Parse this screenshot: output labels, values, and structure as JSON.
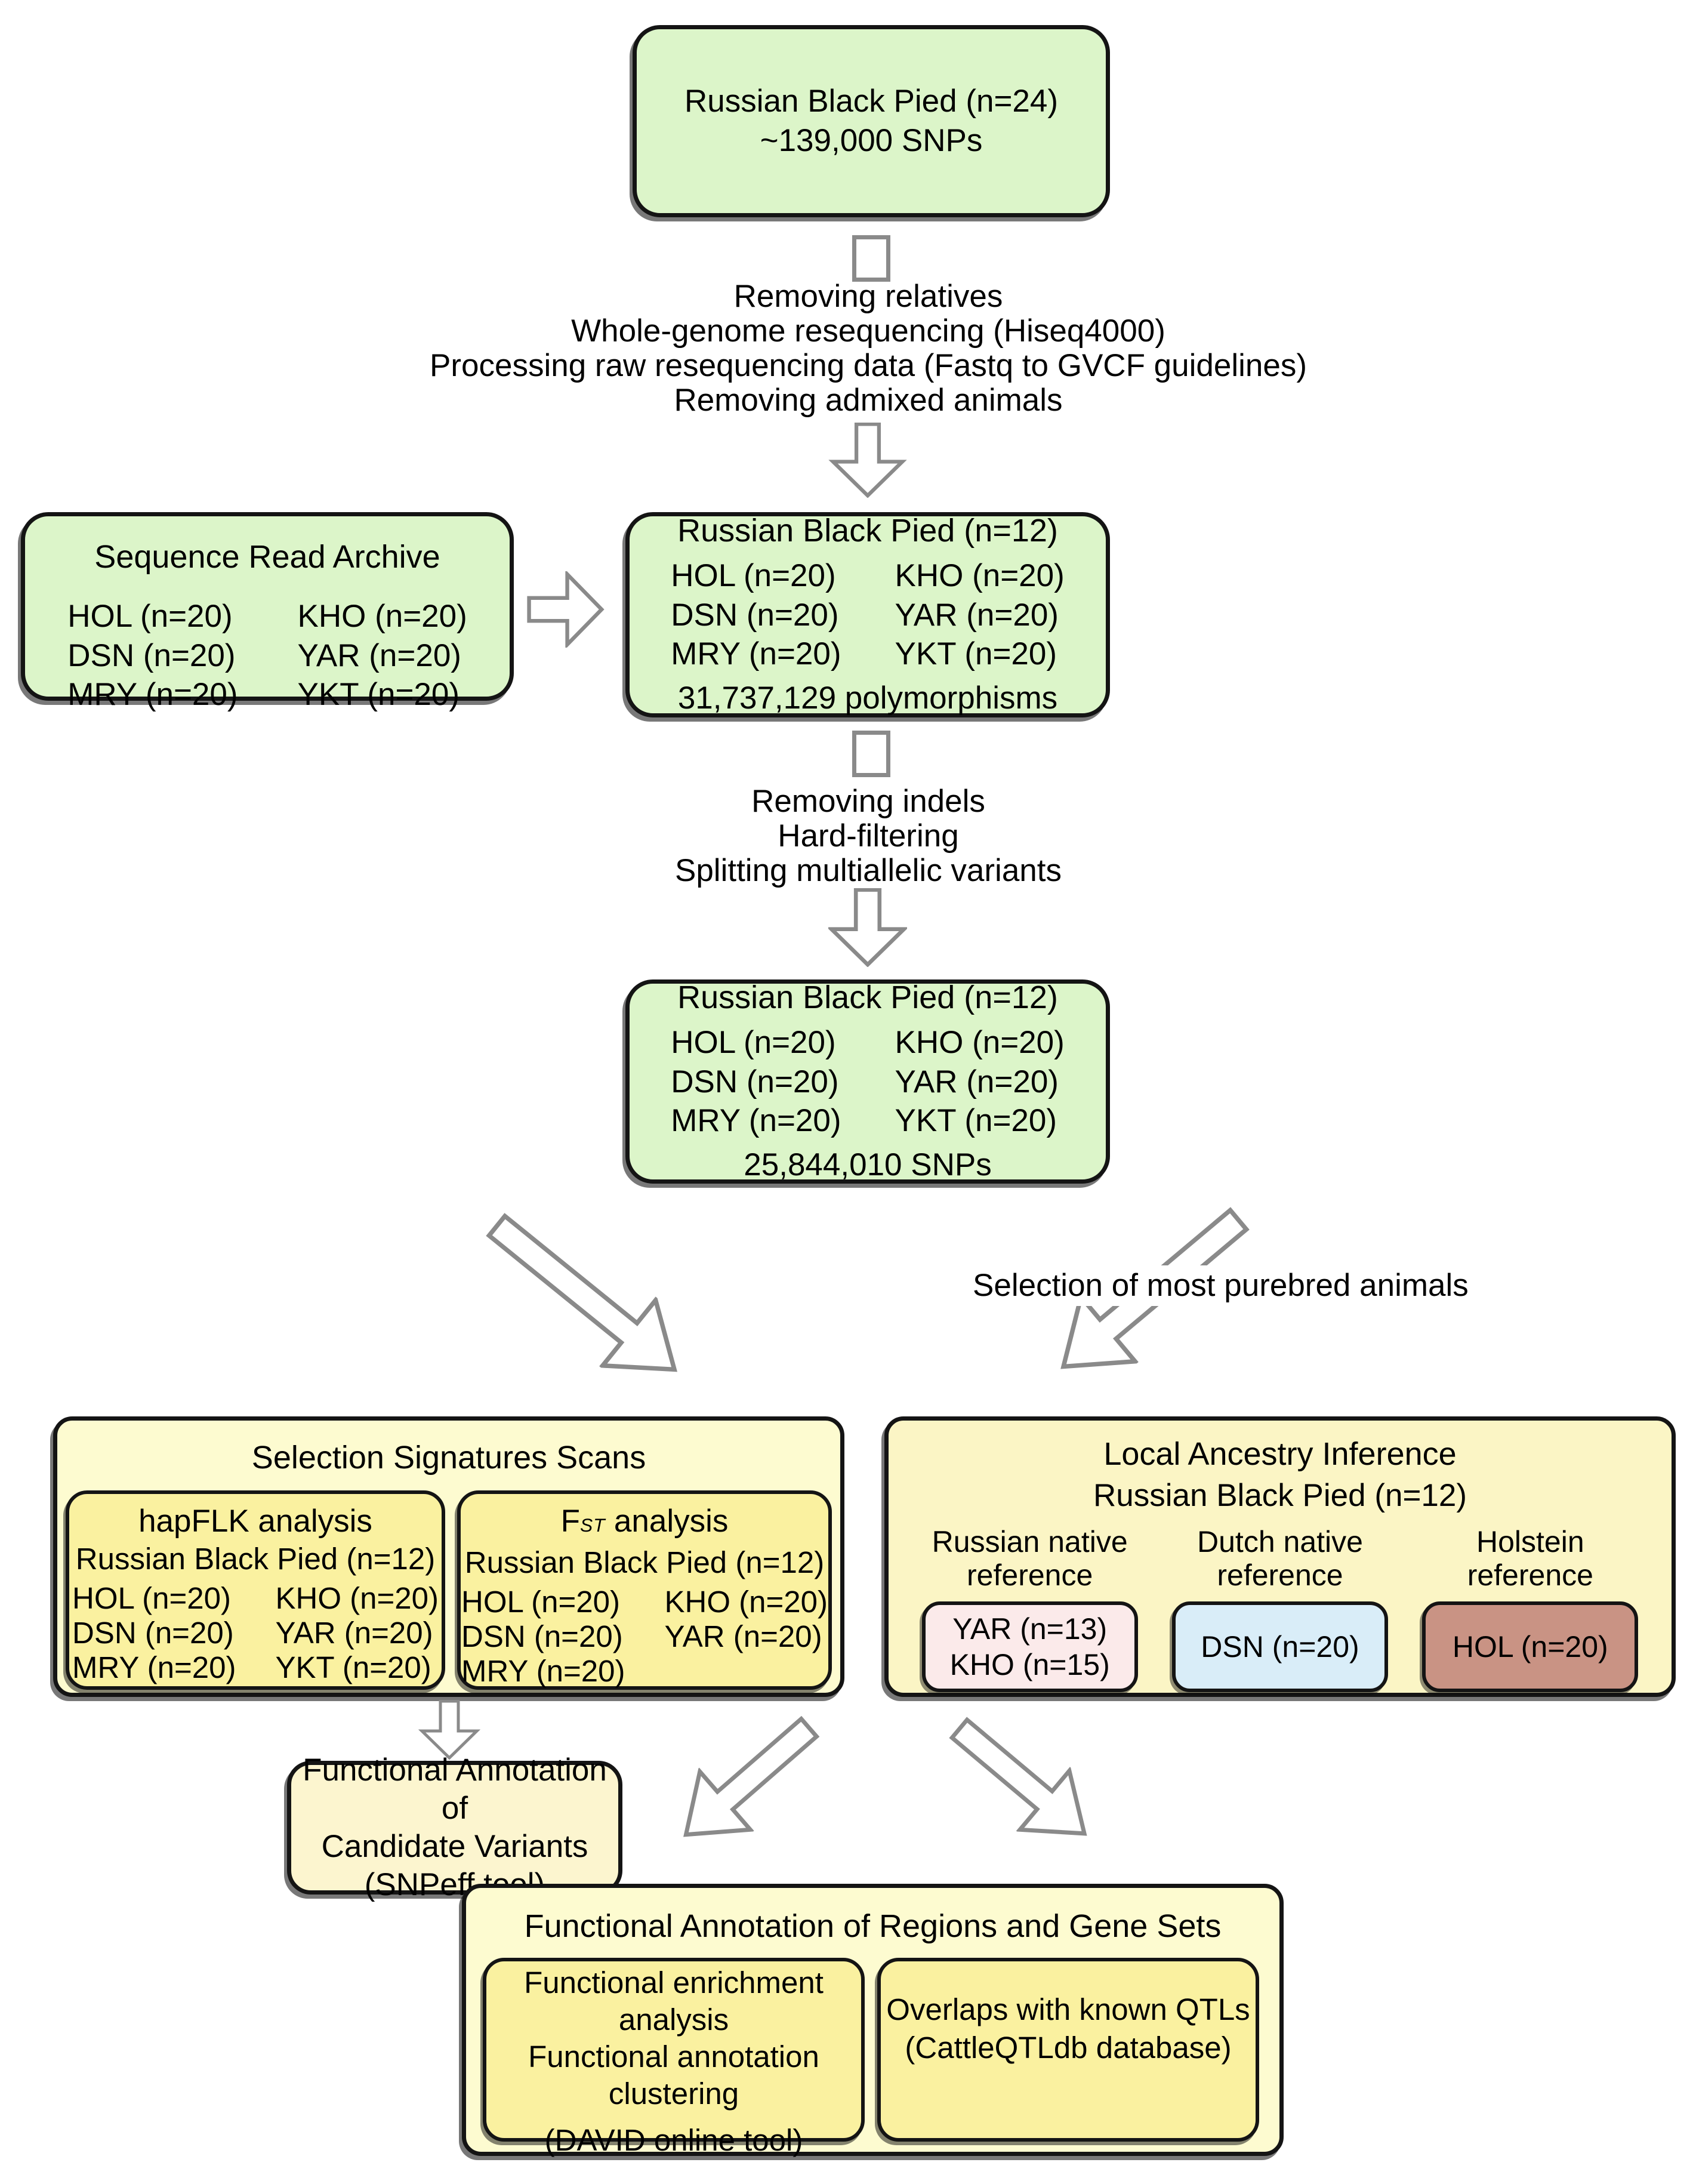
{
  "colors": {
    "node_green": "#dcf5c9",
    "pale_yellow": "#fdfbd0",
    "inner_yellow": "#faf1a0",
    "cream": "#fcf5cf",
    "pink": "#fbeaea",
    "blue": "#d9edf8",
    "brown": "#c99384",
    "arrow_stroke": "#8a8a8a",
    "box_border": "#141414"
  },
  "box1": {
    "line1": "Russian Black Pied (n=24)",
    "line2": "~139,000 SNPs"
  },
  "step1": {
    "lines": [
      "Removing relatives",
      "Whole-genome resequencing (Hiseq4000)",
      "Processing raw resequencing data (Fastq to GVCF guidelines)",
      "Removing admixed animals"
    ]
  },
  "sra": {
    "title": "Sequence Read Archive",
    "col1": [
      "HOL (n=20)",
      "DSN (n=20)",
      "MRY (n=20)"
    ],
    "col2": [
      "KHO (n=20)",
      "YAR (n=20)",
      "YKT (n=20)"
    ]
  },
  "box2": {
    "title": "Russian Black Pied (n=12)",
    "col1": [
      "HOL (n=20)",
      "DSN (n=20)",
      "MRY (n=20)"
    ],
    "col2": [
      "KHO (n=20)",
      "YAR (n=20)",
      "YKT (n=20)"
    ],
    "footer": "31,737,129 polymorphisms"
  },
  "step2": {
    "lines": [
      "Removing indels",
      "Hard-filtering",
      "Splitting multiallelic variants"
    ]
  },
  "box3": {
    "title": "Russian Black Pied (n=12)",
    "col1": [
      "HOL (n=20)",
      "DSN (n=20)",
      "MRY (n=20)"
    ],
    "col2": [
      "KHO (n=20)",
      "YAR (n=20)",
      "YKT (n=20)"
    ],
    "footer": "25,844,010 SNPs"
  },
  "purebred_label": "Selection of most purebred animals",
  "sss": {
    "title": "Selection Signatures Scans",
    "hapflk": {
      "title": "hapFLK analysis",
      "subtitle": "Russian Black Pied (n=12)",
      "col1": [
        "HOL (n=20)",
        "DSN (n=20)",
        "MRY (n=20)"
      ],
      "col2": [
        "KHO (n=20)",
        "YAR (n=20)",
        "YKT (n=20)"
      ]
    },
    "fst": {
      "title_main": "F",
      "title_sub": "ST",
      "title_rest": "analysis",
      "subtitle": "Russian Black Pied (n=12)",
      "col1": [
        "HOL (n=20)",
        "DSN (n=20)",
        "MRY (n=20)"
      ],
      "col2": [
        "KHO (n=20)",
        "YAR (n=20)"
      ]
    }
  },
  "lai": {
    "title": "Local Ancestry Inference",
    "subtitle": "Russian Black Pied (n=12)",
    "col1": {
      "header1": "Russian native",
      "header2": "reference",
      "line1": "YAR (n=13)",
      "line2": "KHO (n=15)"
    },
    "col2": {
      "header1": "Dutch native",
      "header2": "reference",
      "line1": "DSN (n=20)"
    },
    "col3": {
      "header1": "Holstein",
      "header2": "reference",
      "line1": "HOL (n=20)"
    }
  },
  "snpeff": {
    "lines": [
      "Functional Annotation of",
      "Candidate Variants",
      "(SNPeff tool)"
    ]
  },
  "bottom": {
    "title": "Functional Annotation of Regions and Gene Sets",
    "left": {
      "lines": [
        "Functional enrichment analysis",
        "Functional annotation clustering",
        "(DAVID online tool)"
      ]
    },
    "right": {
      "lines": [
        "Overlaps with known QTLs",
        "(CattleQTLdb database)"
      ]
    }
  }
}
